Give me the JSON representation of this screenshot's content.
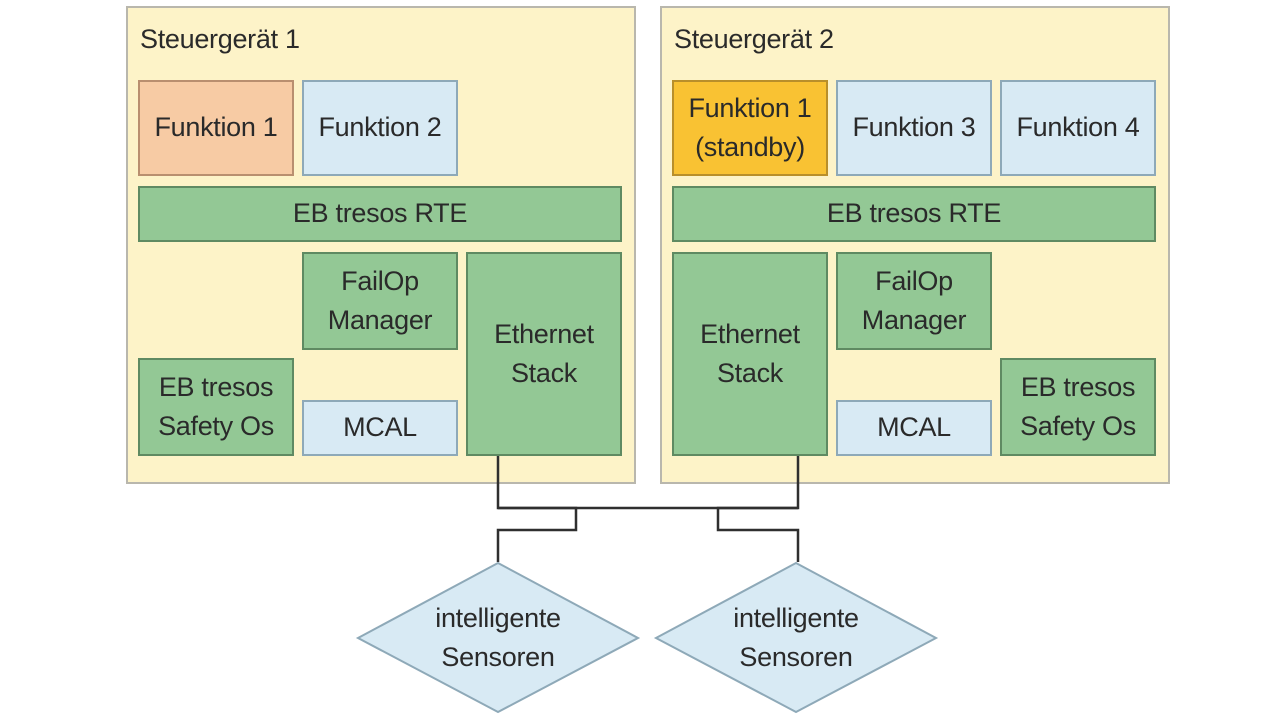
{
  "ecu1": {
    "title": "Steuergerät 1",
    "funktion1": "Funktion 1",
    "funktion2": "Funktion 2",
    "rte": "EB tresos RTE",
    "failop": "FailOp\nManager",
    "ethernet": "Ethernet\nStack",
    "safety": "EB tresos\nSafety Os",
    "mcal": "MCAL"
  },
  "ecu2": {
    "title": "Steuergerät 2",
    "funktion1": "Funktion 1\n(standby)",
    "funktion3": "Funktion 3",
    "funktion4": "Funktion 4",
    "rte": "EB tresos RTE",
    "ethernet": "Ethernet\nStack",
    "failop": "FailOp\nManager",
    "mcal": "MCAL",
    "safety": "EB tresos\nSafety Os"
  },
  "sensors": [
    {
      "label": "intelligente\nSensoren"
    },
    {
      "label": "intelligente\nSensoren"
    }
  ],
  "colors": {
    "ecu_bg": "#fdf3c8",
    "function_orange": "#f7cba4",
    "function_standby": "#f9c233",
    "software_green": "#93c895",
    "hardware_blue": "#d8eaf4"
  }
}
